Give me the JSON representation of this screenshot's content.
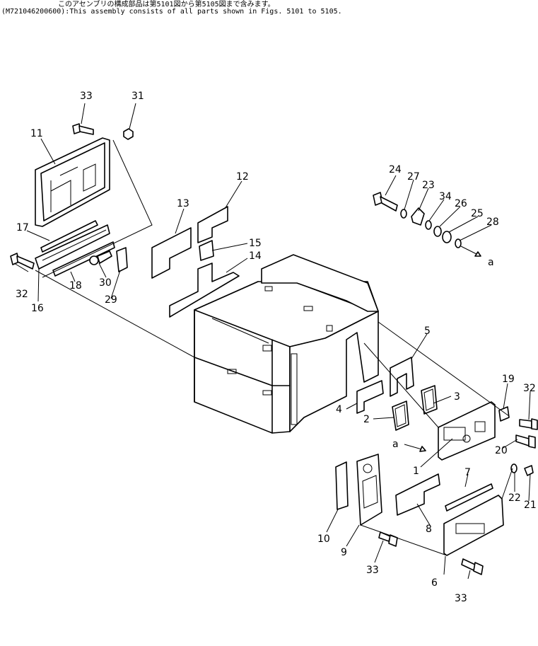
{
  "header": {
    "line1": "このアセンブリの構成部品は第5101図から第5105図まで含みます。",
    "line2": "(M721046200600):This assembly consists of all parts shown in Figs. 5101 to 5105."
  },
  "callouts": {
    "c1": "1",
    "c2": "2",
    "c3": "3",
    "c4": "4",
    "c5": "5",
    "c6": "6",
    "c7": "7",
    "c8": "8",
    "c9": "9",
    "c10": "10",
    "c11": "11",
    "c12": "12",
    "c13": "13",
    "c14": "14",
    "c15": "15",
    "c16": "16",
    "c17": "17",
    "c18": "18",
    "c19": "19",
    "c20": "20",
    "c21": "21",
    "c22": "22",
    "c23": "23",
    "c24": "24",
    "c25": "25",
    "c26": "26",
    "c27": "27",
    "c28": "28",
    "c29": "29",
    "c30": "30",
    "c31": "31",
    "c32a": "32",
    "c32b": "32",
    "c33a": "33",
    "c33b": "33",
    "c33c": "33",
    "c34": "34",
    "ref_a1": "a",
    "ref_a2": "a"
  }
}
